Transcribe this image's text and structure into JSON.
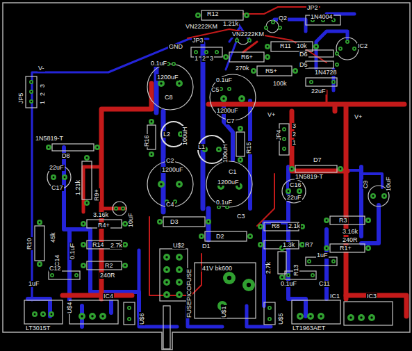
{
  "diagram": {
    "labels": [
      "R12",
      "1.21k",
      "VN2222KM",
      "Q2",
      "JP2",
      "1N4004",
      "VN2222KM",
      "GND",
      "JP3",
      "1",
      "2",
      "3",
      "R11",
      "10k",
      "D6",
      "IC2",
      "D5",
      "R6+",
      "270k",
      "R5+",
      "100k",
      "1N4728",
      "22uF",
      "V-",
      "JP5",
      "1",
      "2",
      "3",
      "0.1uF",
      "1200uF",
      "C8",
      "0.1uF",
      "C5",
      "1200uF",
      "C7",
      "V+",
      "V+",
      "JP4",
      "3",
      "2",
      "1",
      "1N5819-T",
      "R16",
      "L2",
      "100uH",
      "L1",
      "100uH",
      "R15",
      "C2",
      "1200uF",
      "C4",
      "C1",
      "1200uF",
      "0.1uF",
      "C3",
      "D8",
      "22uF",
      "C17",
      "R9+",
      "1.21k",
      "D7",
      "1N5819-T",
      "C16",
      "22uF",
      "C9",
      "10uF",
      "3.16k",
      "R4+",
      "10uF",
      "D3",
      "D2",
      "D1",
      "R10",
      "45k",
      "C14",
      "0.1uF",
      "R14",
      "2.7k",
      "R8",
      "2.1k",
      "R3",
      "3.16k",
      "240R",
      "R1+",
      "1.3k",
      "R7",
      "U$2",
      "41V bk600",
      "FUSEPICOFUSE",
      "U$1",
      "2.7k",
      "R13",
      "1uF",
      "0.1uF",
      "C11",
      "C12",
      "1uF",
      "R2",
      "240R",
      "U$4",
      "LT3015T",
      "IC4",
      "U$6",
      "U$5",
      "LT1963AET",
      "IC1",
      "IC3"
    ]
  }
}
